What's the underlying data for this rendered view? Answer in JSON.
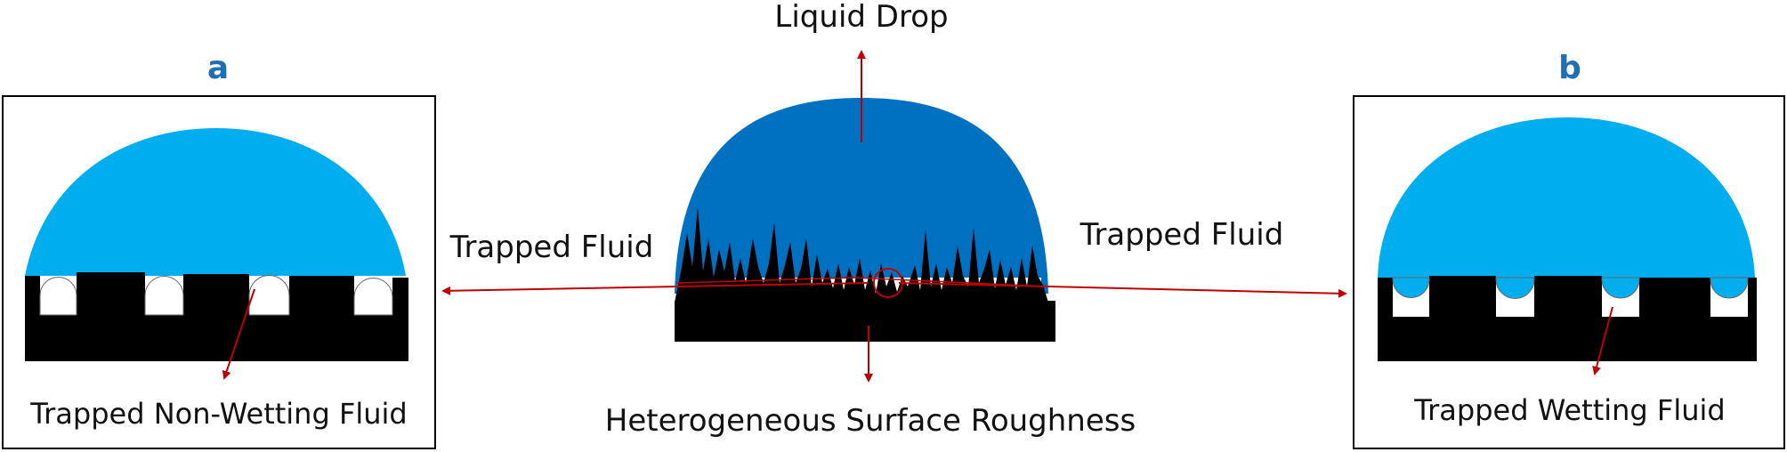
{
  "labels": {
    "liquid_drop": "Liquid Drop",
    "trapped_fluid_left": "Trapped Fluid",
    "trapped_fluid_right": "Trapped Fluid",
    "heterogeneous": "Heterogeneous Surface Roughness",
    "panel_a_letter": "a",
    "panel_a_caption": "Trapped Non-Wetting Fluid",
    "panel_b_letter": "b",
    "panel_b_caption": "Trapped Wetting Fluid"
  },
  "colors": {
    "drop_light": "#00adef",
    "drop_dark": "#0070c0",
    "solid": "#000000",
    "arrow": "#c00000",
    "letter": "#1f6fb5",
    "frame": "#000000"
  }
}
